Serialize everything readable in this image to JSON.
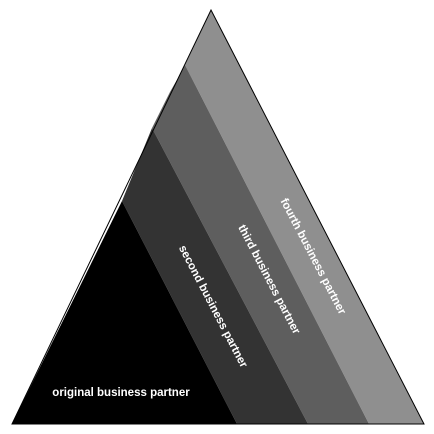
{
  "diagram": {
    "stroke_color": "#000000",
    "bands": [
      {
        "id": "original",
        "label": "original business partner",
        "fill": "#000000"
      },
      {
        "id": "second",
        "label": "second business partner",
        "fill": "#333333"
      },
      {
        "id": "third",
        "label": "third business partner",
        "fill": "#5e5e5e"
      },
      {
        "id": "fourth",
        "label": "fourth business partner",
        "fill": "#8f8f8f"
      }
    ]
  }
}
